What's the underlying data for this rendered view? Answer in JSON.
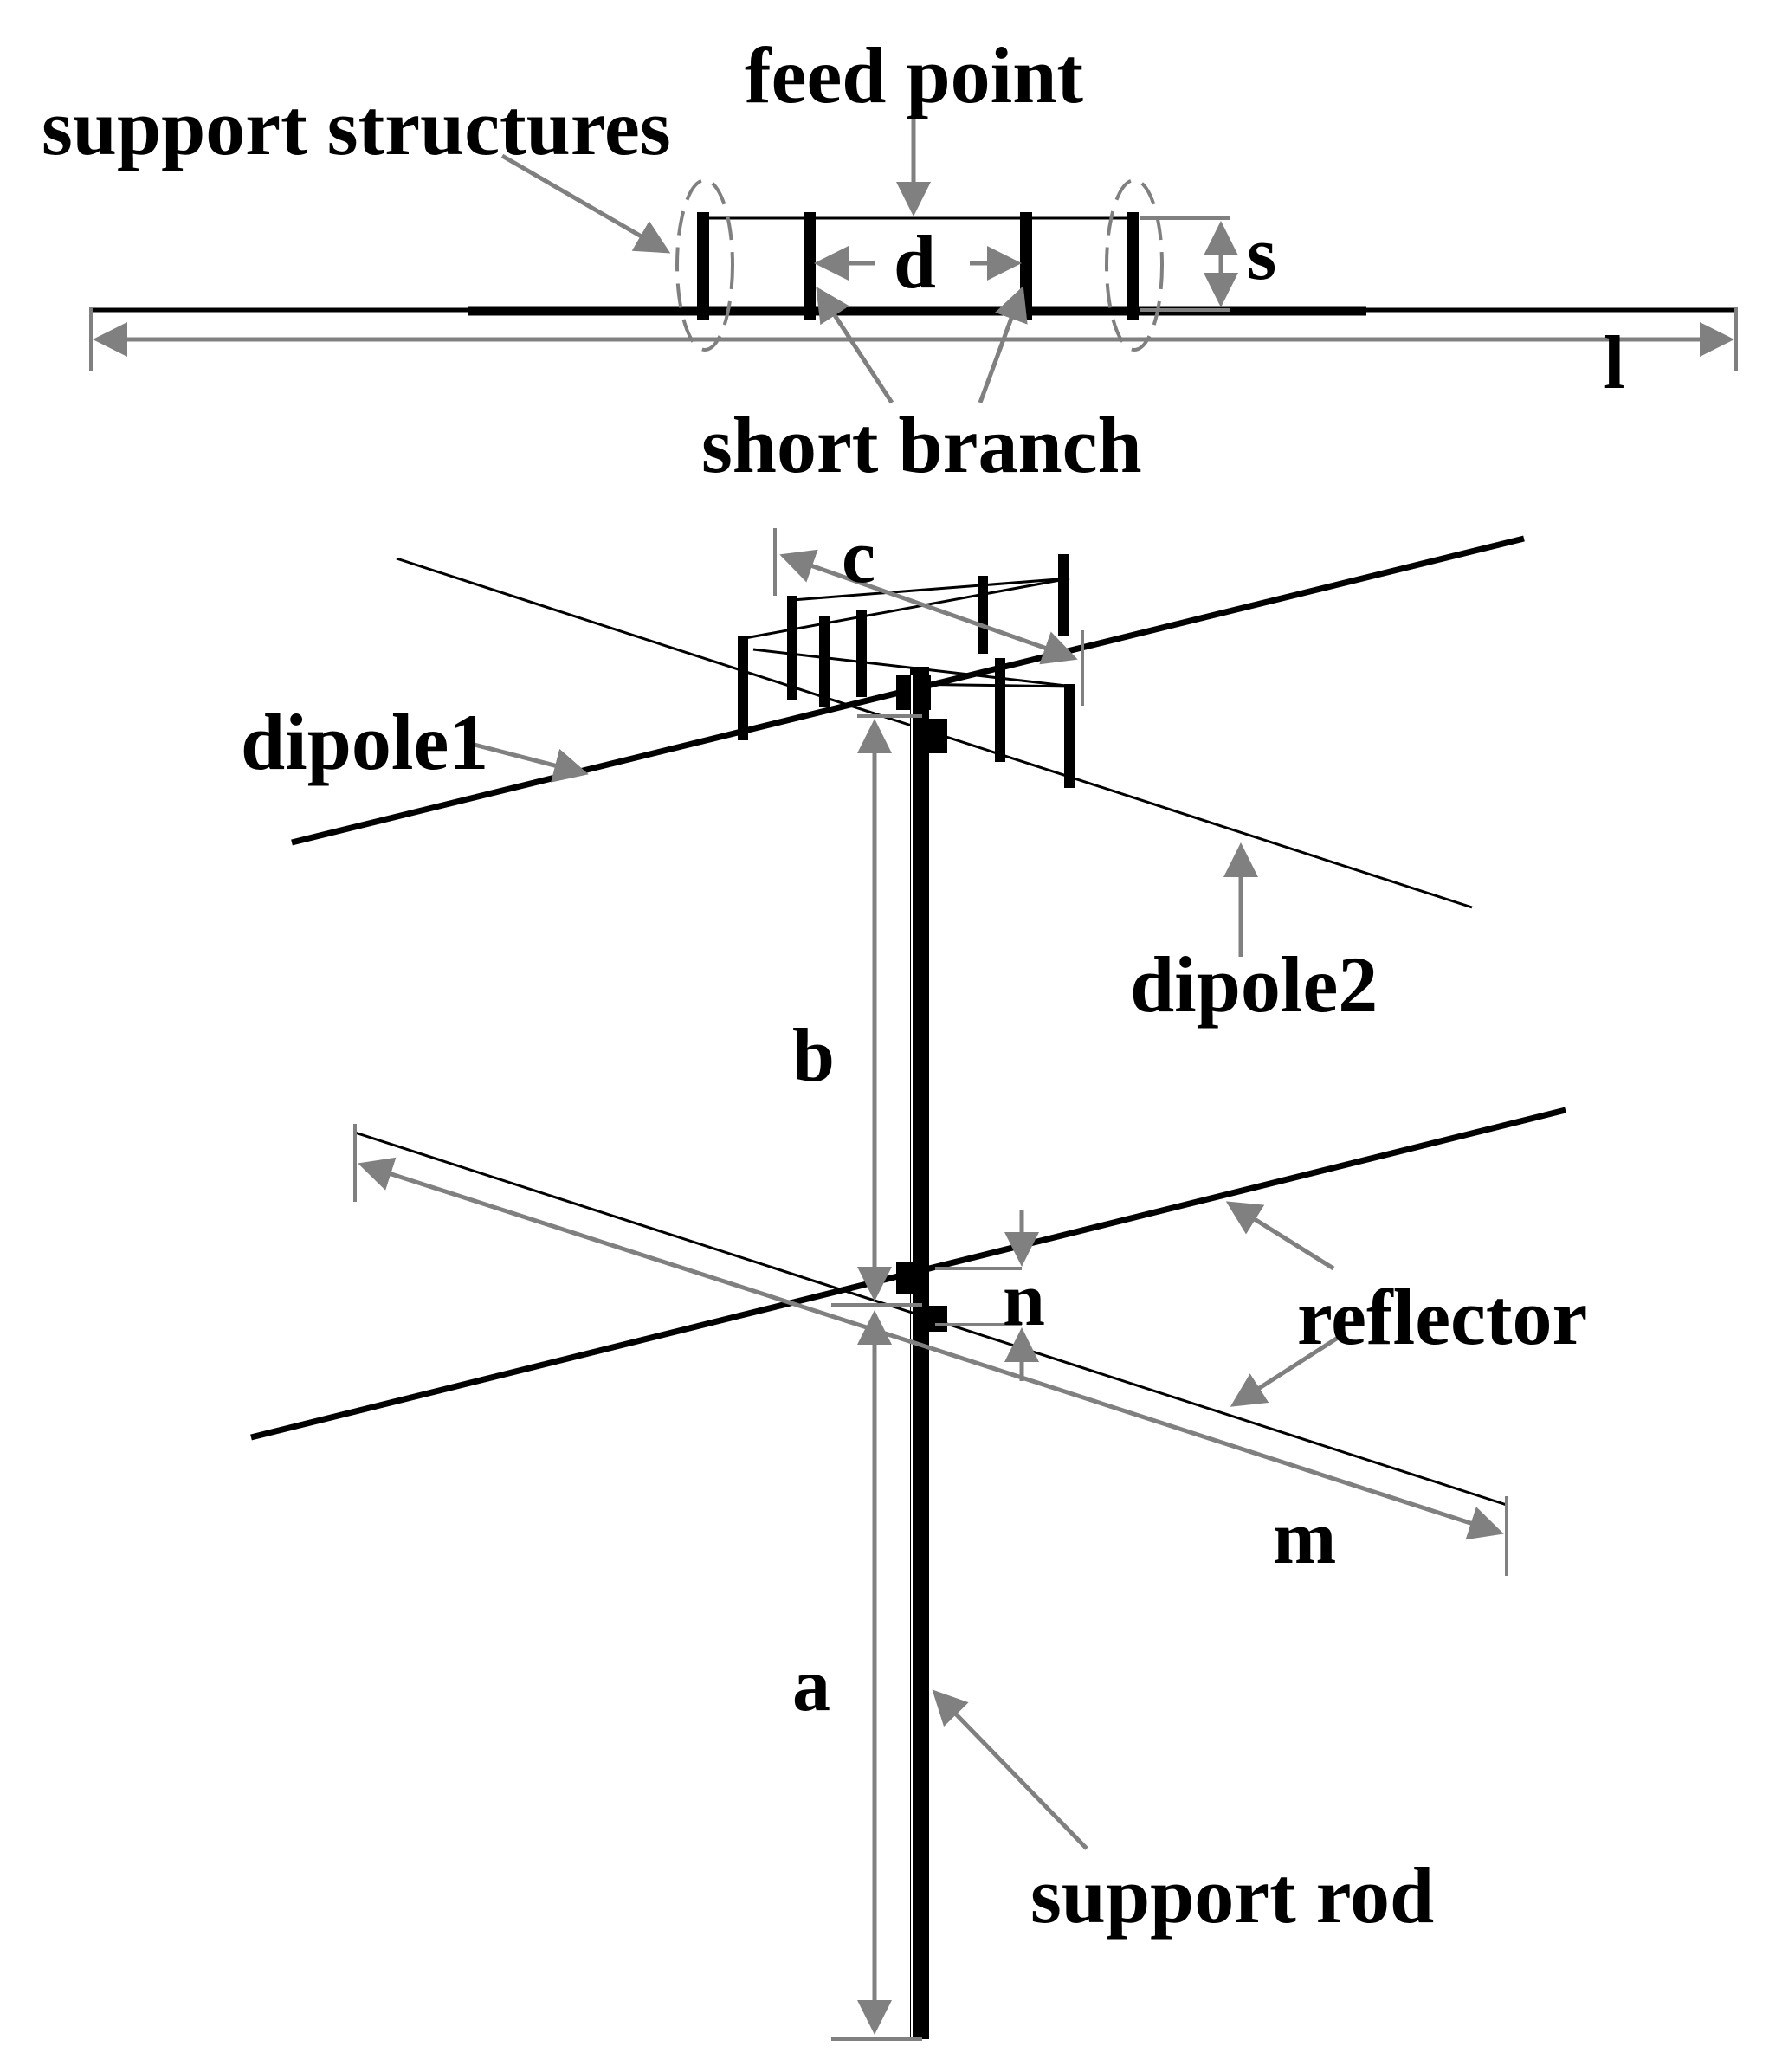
{
  "labels": {
    "support_structures": "support structures",
    "feed_point": "feed point",
    "short_branch": "short branch",
    "dim_d": "d",
    "dim_s": "s",
    "dim_l": "l",
    "dim_c": "c",
    "dipole1": "dipole1",
    "dipole2": "dipole2",
    "dim_b": "b",
    "reflector": "reflector",
    "dim_n": "n",
    "dim_m": "m",
    "dim_a": "a",
    "support_rod": "support rod"
  },
  "colors": {
    "structure": "#000000",
    "annotation": "#808080",
    "background": "#ffffff"
  }
}
